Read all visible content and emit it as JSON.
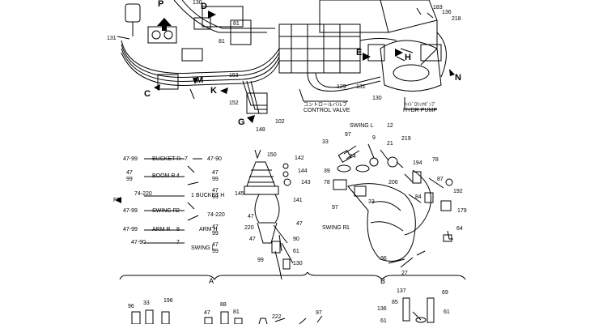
{
  "colors": {
    "ink": "#000000",
    "paper": "#ffffff"
  },
  "view_letters": {
    "P": "P",
    "D": "D",
    "E": "E",
    "H": "H",
    "N": "N",
    "C": "C",
    "M": "M",
    "K": "K",
    "G": "G"
  },
  "top_numbers": {
    "n130": "130",
    "n131": "131",
    "n81a": "81",
    "n81b": "81",
    "n153": "153",
    "n152": "152",
    "n102": "102",
    "n129": "129",
    "n131b": "131",
    "n130b": "130",
    "n183": "183",
    "n136": "136",
    "n218": "218"
  },
  "top_text": {
    "control_valve_jp": "コントロールバルブ",
    "control_valve": "CONTROL VALVE",
    "hydr_pump_jp": "ﾊｲﾄﾞﾛﾘｯｸﾎﾟﾝﾌﾟ",
    "hydr_pump": "HYDR PUMP"
  },
  "section_a": {
    "rows": [
      {
        "left": "47-99",
        "text": "BUCKET R",
        "num": "7",
        "right": "47-90"
      },
      {
        "left": "47\n99",
        "text": "BOOM R",
        "num": "4",
        "right": "47\n99"
      },
      {
        "left": "74-220",
        "text": "BUCKET H",
        "num": "1",
        "right": "47\n99"
      },
      {
        "left": "47-99",
        "text": "SWING R",
        "num": "2",
        "right": "74-220"
      },
      {
        "left": "47-99",
        "text": "ARM R",
        "num": "8",
        "right": "47\n99"
      },
      {
        "left": "47-90",
        "text": "",
        "num": "7",
        "right": "47\n99"
      }
    ],
    "fr": "FR",
    "arm_h": "ARM H",
    "swing_l": "SWING L",
    "parts": {
      "p148": "148",
      "p150": "150",
      "p142": "142",
      "p144": "144",
      "p143": "143",
      "p145": "145",
      "p141": "141",
      "p47a": "47",
      "p47b": "47",
      "p220": "220",
      "p47c": "47",
      "p90": "90",
      "p61": "61",
      "p99": "99",
      "p130": "130"
    },
    "label": "A"
  },
  "section_b": {
    "swing_l": "SWING L",
    "swing_l_num": "12",
    "swing_r": "SWING R",
    "swing_r_num": "1",
    "parts": {
      "p97": "97",
      "p33": "33",
      "p34": "34",
      "p9": "9",
      "p21": "21",
      "p219": "219",
      "p78": "78",
      "p39": "39",
      "p78b": "78",
      "p97b": "97",
      "p33b": "33",
      "p206": "206",
      "p194": "194",
      "p87": "87",
      "p84": "84",
      "p192": "192",
      "p179": "179",
      "p64": "64",
      "p96": "96",
      "p27": "27"
    },
    "label": "B"
  },
  "bottom": {
    "parts": {
      "b96": "96",
      "b33": "33",
      "b196": "196",
      "b88": "88",
      "b47": "47",
      "b81": "81",
      "b222": "222",
      "b97": "97",
      "b137": "137",
      "b69": "69",
      "b85": "85",
      "b136": "136",
      "b61": "61",
      "b61b": "61"
    }
  }
}
